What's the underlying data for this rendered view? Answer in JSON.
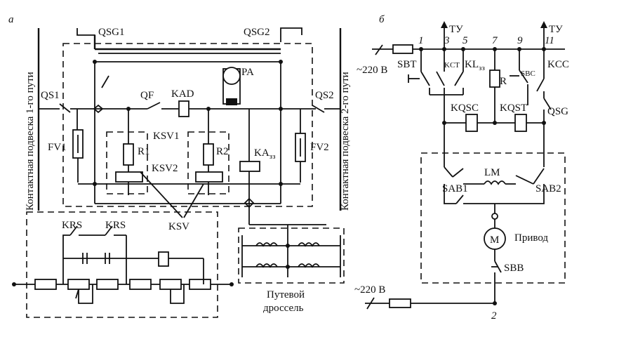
{
  "diagram_a": {
    "panel_label": "а",
    "left_vertical_text": "Контактная подвеска 1-го пути",
    "right_vertical_text": "Контактная подвеска 2-го пути",
    "labels": {
      "qsg1": "QSG1",
      "qsg2": "QSG2",
      "qs1": "QS1",
      "qs2": "QS2",
      "fv1": "FV1",
      "fv2": "FV2",
      "qf": "QF",
      "kad": "KAD",
      "pa": "PA",
      "ksv1": "KSV1",
      "ksv2": "KSV2",
      "r1": "R1",
      "r2": "R2",
      "ka_main": "KA",
      "ka_sub": "зз",
      "krs1": "KRS",
      "krs2": "KRS",
      "ksv": "KSV",
      "choke_line1": "Путевой",
      "choke_line2": "дроссель"
    }
  },
  "diagram_b": {
    "panel_label": "б",
    "labels": {
      "tu1": "ТУ",
      "tu2": "ТУ",
      "node1": "1",
      "node3": "3",
      "node5": "5",
      "node7": "7",
      "node9": "9",
      "node11": "11",
      "node2": "2",
      "supply_top": "~220 В",
      "supply_bottom": "~220 В",
      "sbt": "SBT",
      "kct": "KCT",
      "kl_main": "KL",
      "kl_sub": "зз",
      "r": "R",
      "sbc": "SBC",
      "kcc": "KCC",
      "kqsc": "KQSC",
      "kqst": "KQST",
      "qsg": "QSG",
      "sab1": "SAB1",
      "sab2": "SAB2",
      "lm": "LM",
      "m": "M",
      "drive": "Привод",
      "sbb": "SBB"
    }
  }
}
